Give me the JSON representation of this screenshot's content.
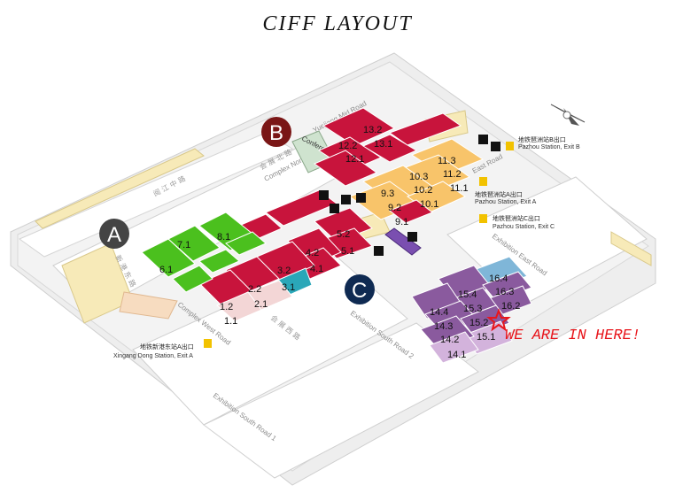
{
  "title": "CIFF LAYOUT",
  "colors": {
    "red_halls": "#c8143c",
    "green_halls": "#4bc01e",
    "yellow_halls": "#f8c46a",
    "purple_halls": "#8a5a9e",
    "blue_hall": "#7fb6d8",
    "cyan_hall": "#2aa7b8",
    "pink_hall": "#f3d6d6",
    "zone_a": "#444444",
    "zone_b": "#7a1616",
    "zone_c": "#0f2a52",
    "marker": "#e8161c"
  },
  "zones": {
    "a": "A",
    "b": "B",
    "c": "C"
  },
  "halls": {
    "h13_2": "13.2",
    "h12_2": "12.2",
    "h13_1": "13.1",
    "h12_1": "12.1",
    "h11_3": "11.3",
    "h11_2": "11.2",
    "h11_1": "11.1",
    "h10_3": "10.3",
    "h10_2": "10.2",
    "h10_1": "10.1",
    "h9_3": "9.3",
    "h9_2": "9.2",
    "h9_1": "9.1",
    "h8_1": "8.1",
    "h7_1": "7.1",
    "h6_1": "6.1",
    "h5_2": "5.2",
    "h5_1": "5.1",
    "h4_2": "4.2",
    "h4_1": "4.1",
    "h3_2": "3.2",
    "h3_1": "3.1",
    "h2_2": "2.2",
    "h2_1": "2.1",
    "h1_2": "1.2",
    "h1_1": "1.1",
    "h16_4": "16.4",
    "h16_3": "16.3",
    "h16_2": "16.2",
    "h15_4": "15.4",
    "h15_3": "15.3",
    "h15_2": "15.2",
    "h15_1": "15.1",
    "h14_4": "14.4",
    "h14_3": "14.3",
    "h14_2": "14.2",
    "h14_1": "14.1"
  },
  "roads": {
    "yuejiang_mid": "Yuejiang Mid Road",
    "complex_north": "Complex North Road",
    "complex_west": "Complex West Road",
    "exhibition_south_1": "Exhibition South Road 1",
    "exhibition_south_2": "Exhibition South Road 2",
    "exhibition_east": "Exhibition East Road",
    "east_road": "East Road",
    "conference": "Conference",
    "yuejiang_cn": "阅 江 中 路",
    "complex_north_cn": "会 展 北 路",
    "complex_west_cn": "会 展 西 路",
    "west_cn": "新 港 东 路"
  },
  "exits": {
    "pazhou_b_cn": "地铁琶洲站B出口",
    "pazhou_b_en": "Pazhou Station, Exit B",
    "pazhou_a_cn": "地铁琶洲站A出口",
    "pazhou_a_en": "Pazhou Station, Exit A",
    "pazhou_c_cn": "地铁琶洲站C出口",
    "pazhou_c_en": "Pazhou Station, Exit C",
    "xingang_a_cn": "地铁新港东站A出口",
    "xingang_a_en": "Xingang Dong Station, Exit A"
  },
  "marker_text": "WE ARE IN HERE!"
}
